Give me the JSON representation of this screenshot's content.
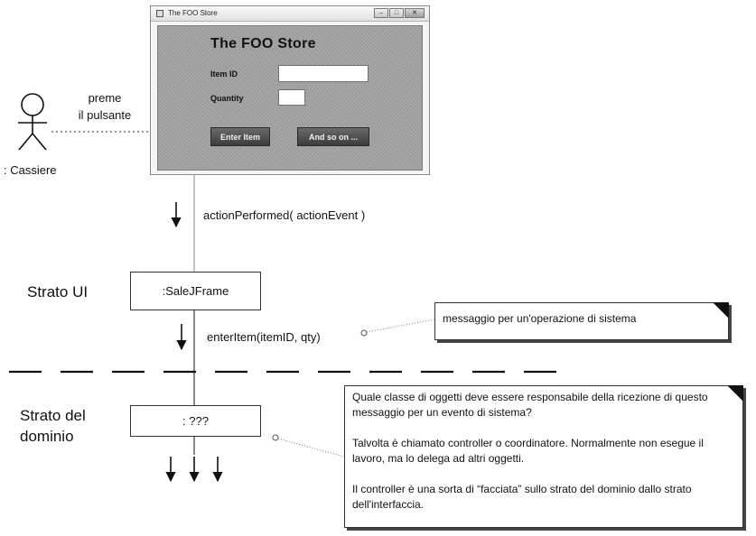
{
  "window": {
    "title": "The FOO Store",
    "controls": [
      "–",
      "□",
      "✕"
    ],
    "heading": "The FOO Store",
    "item_id_label": "Item ID",
    "item_id_value": "",
    "quantity_label": "Quantity",
    "quantity_value": "",
    "enter_item_button": "Enter Item",
    "and_so_on_button": "And so on ..."
  },
  "actor": {
    "name": ": Cassiere",
    "action_line1": "preme",
    "action_line2": "il pulsante"
  },
  "messages": {
    "action_performed": "actionPerformed( actionEvent )",
    "enter_item": "enterItem(itemID, qty)"
  },
  "layers": {
    "ui": "Strato UI",
    "domain_line1": "Strato del",
    "domain_line2": "dominio"
  },
  "objects": {
    "sale_frame": ":SaleJFrame",
    "unknown": ": ???"
  },
  "notes": {
    "system_operation": "messaggio per un'operazione di sistema",
    "controller_p1": "Quale classe di oggetti deve essere responsabile della ricezione di questo messaggio per un evento di sistema?",
    "controller_p2": "Talvolta è chiamato controller o coordinatore. Normalmente non esegue il lavoro, ma lo delega ad altri oggetti.",
    "controller_p3": "Il controller è una sorta di “facciata” sullo strato del dominio dallo strato dell'interfaccia."
  },
  "colors": {
    "window_panel": "#a2a2a2",
    "button": "#4a4a4a",
    "ink": "#111111"
  }
}
